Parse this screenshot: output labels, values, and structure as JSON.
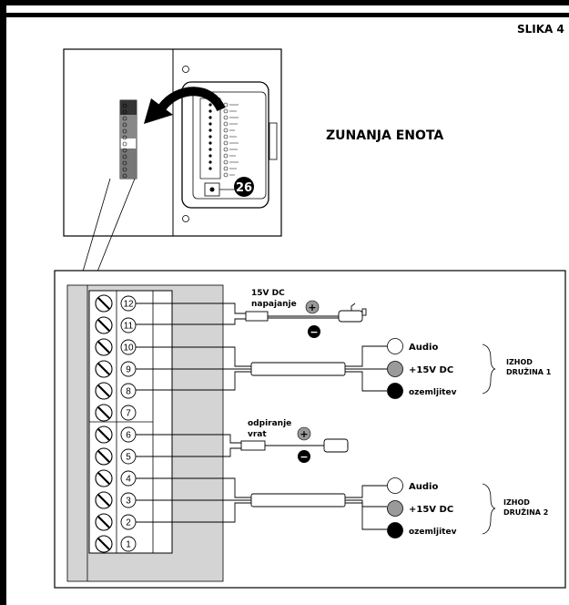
{
  "figure_label": "SLIKA 4",
  "unit_title": "ZUNANJA ENOTA",
  "callout_number": "26",
  "terminal_numbers": [
    "12",
    "11",
    "10",
    "9",
    "8",
    "7",
    "6",
    "5",
    "4",
    "3",
    "2",
    "1"
  ],
  "power_supply": {
    "line1": "15V DC",
    "line2": "napajanje",
    "plus": "+",
    "minus": "−"
  },
  "door_opener": {
    "line1": "odpiranje",
    "line2": "vrat",
    "plus": "+",
    "minus": "−"
  },
  "output_1": {
    "wires": [
      {
        "label": "Audio",
        "color": "#ffffff"
      },
      {
        "label": "+15V DC",
        "color": "#9a9a9a"
      },
      {
        "label": "ozemljitev",
        "color": "#000000"
      }
    ],
    "title_line1": "IZHOD",
    "title_line2": "DRUŽINA 1"
  },
  "output_2": {
    "wires": [
      {
        "label": "Audio",
        "color": "#ffffff"
      },
      {
        "label": "+15V DC",
        "color": "#9a9a9a"
      },
      {
        "label": "ozemljitev",
        "color": "#000000"
      }
    ],
    "title_line1": "IZHOD",
    "title_line2": "DRUŽINA 2"
  }
}
